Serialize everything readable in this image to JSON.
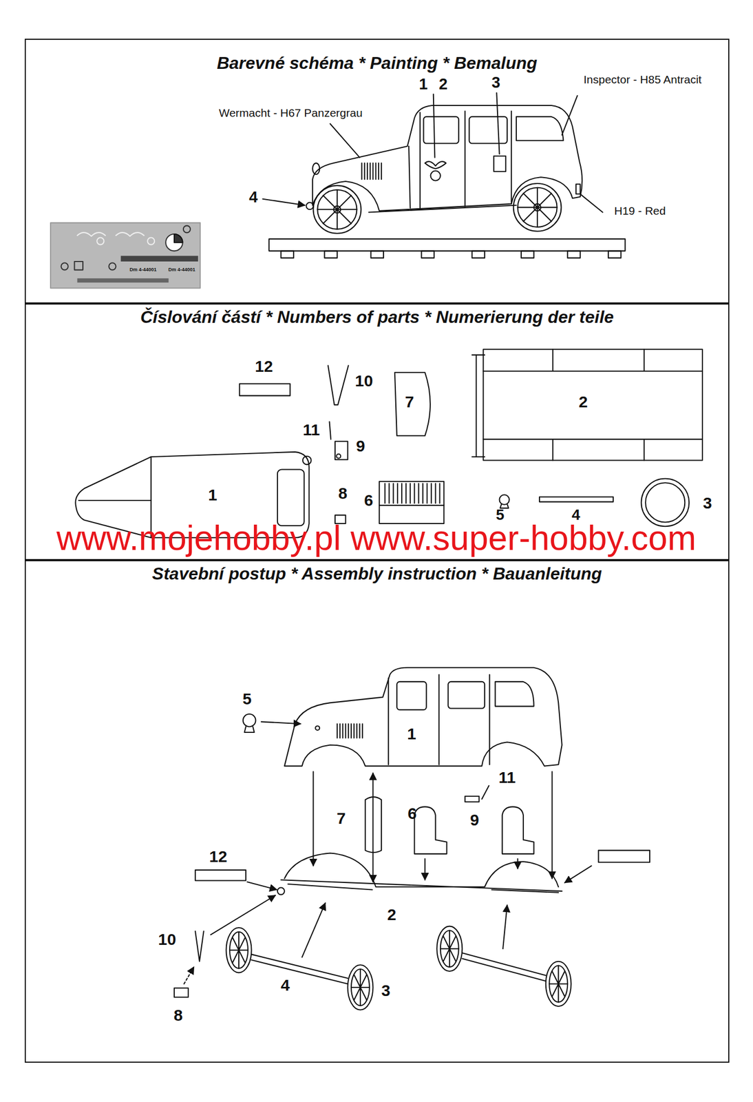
{
  "diagram": {
    "nodes": [
      {
        "text": [
          "Barevné schéma * Painting * Bemalung"
        ]
      },
      {
        "text": [
          "Číslování částí * Numbers of parts * Numerierung der teile"
        ]
      },
      {
        "text": [
          "Stavební postup * Assembly instruction * Bauanleitung"
        ]
      }
    ],
    "labels": [
      "1",
      "2",
      "3",
      "Inspector - H85 Antracit",
      "Wermacht - H67 Panzergrau",
      "4",
      "H19 - Red",
      "Dm 4-44001",
      "Dm 4-44001",
      "12",
      "10",
      "7",
      "2",
      "11",
      "9",
      "1",
      "8",
      "6",
      "5",
      "4",
      "3",
      "www.mojehobby.pl www.super-hobby.com",
      "5",
      "1",
      "11",
      "7",
      "6",
      "9",
      "12",
      "10",
      "2",
      "4",
      "3",
      "8"
    ]
  }
}
